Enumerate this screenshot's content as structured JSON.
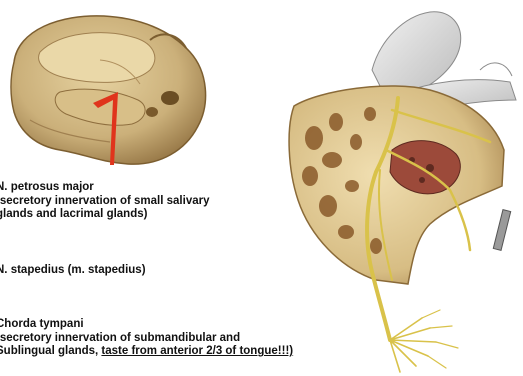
{
  "labels": {
    "petrosus": {
      "title": "N. petrosus major",
      "line1": "(secretory innervation of small salivary",
      "line2": "glands and lacrimal glands)"
    },
    "stapedius": {
      "title": "N. stapedius (m. stapedius)"
    },
    "chorda": {
      "title": "Chorda tympani",
      "line1": "(secretory innervation of submandibular and",
      "line2_plain": "Sublingual glands, ",
      "line2_underlined": "taste from anterior 2/3 of tongue!!!)"
    }
  },
  "colors": {
    "bone": "#d2b77e",
    "bone_dark": "#8a6a38",
    "nerve": "#d9c24a",
    "marker": "#e0341c"
  }
}
